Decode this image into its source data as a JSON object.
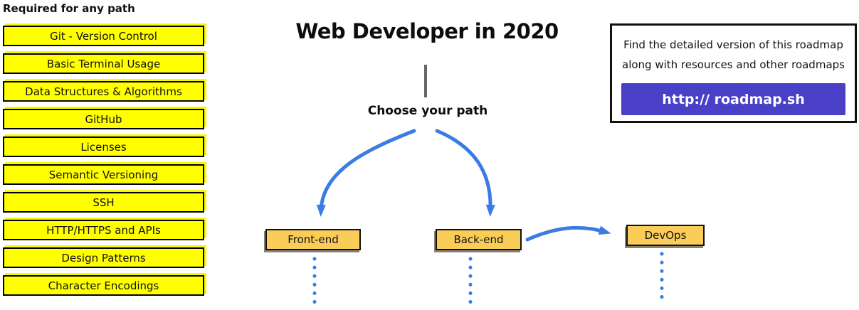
{
  "colors": {
    "highlight_yellow": "#FFFF00",
    "path_orange": "#F9CD58",
    "arrow_blue": "#3B7CE3",
    "button_indigo": "#4940C7"
  },
  "left_panel": {
    "header": "Required for any path",
    "items": [
      "Git - Version Control",
      "Basic Terminal Usage",
      "Data Structures & Algorithms",
      "GitHub",
      "Licenses",
      "Semantic Versioning",
      "SSH",
      "HTTP/HTTPS and APIs",
      "Design Patterns",
      "Character Encodings"
    ]
  },
  "center": {
    "title": "Web Developer in 2020",
    "subtitle": "Choose your path",
    "paths": [
      "Front-end",
      "Back-end",
      "DevOps"
    ]
  },
  "info_box": {
    "line1": "Find the detailed version of this roadmap",
    "line2": "along with resources and other roadmaps",
    "button_label": "http:// roadmap.sh"
  }
}
